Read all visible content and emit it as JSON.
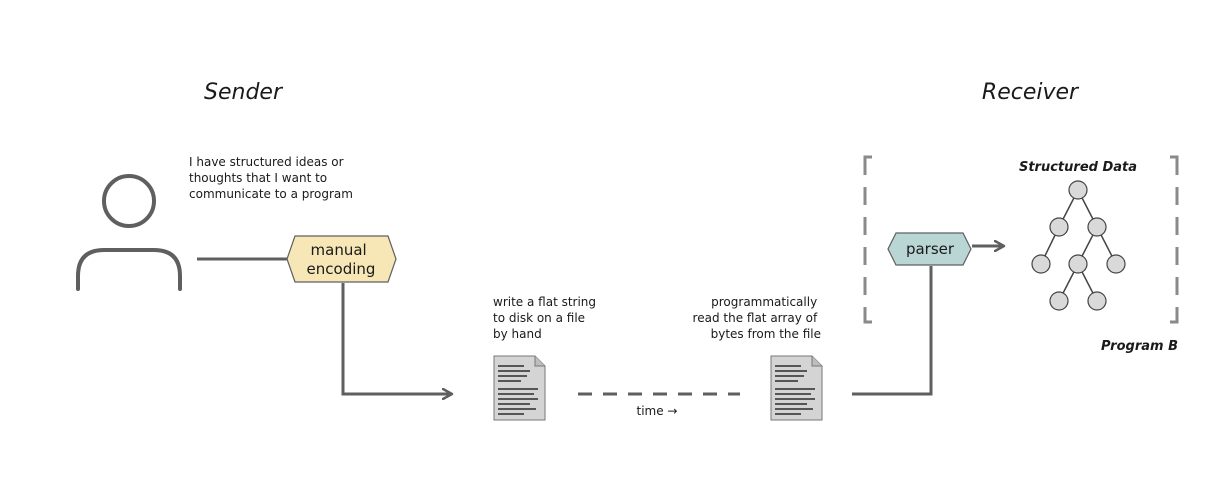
{
  "sender": {
    "title": "Sender",
    "note_lines": [
      "I have structured ideas or",
      "thoughts that I want to",
      "communicate to a program"
    ]
  },
  "receiver": {
    "title": "Receiver",
    "structured_label": "Structured Data",
    "program_label": "Program B"
  },
  "steps": {
    "encoding_lines": [
      "manual",
      "encoding"
    ],
    "parser": "parser",
    "write_lines": [
      "write a flat string",
      "to disk on a file",
      "by hand"
    ],
    "read_lines": [
      "programmatically",
      "read the flat array of",
      "bytes from the file"
    ],
    "time_label": "time →"
  },
  "colors": {
    "line": "#5f5f5f",
    "encoding_fill": "#f7e6b6",
    "parser_fill": "#b9d6d4",
    "node_fill": "#d9d9d9",
    "doc_fill": "#d4d4d4",
    "doc_lines": "#444444"
  },
  "icons": {
    "person": "person-icon",
    "document": "document-icon",
    "tree": "tree-icon"
  }
}
